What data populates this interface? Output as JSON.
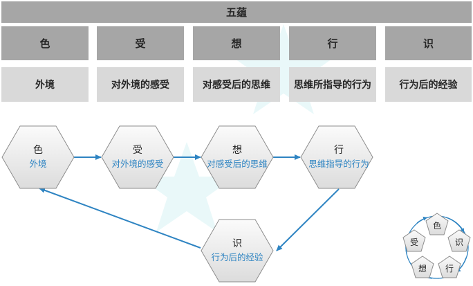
{
  "table": {
    "title": "五蕴",
    "columns": [
      {
        "head": "色",
        "desc": "外境"
      },
      {
        "head": "受",
        "desc": "对外境的感受"
      },
      {
        "head": "想",
        "desc": "对感受后的思维"
      },
      {
        "head": "行",
        "desc": "思维所指导的行为"
      },
      {
        "head": "识",
        "desc": "行为后的经验"
      }
    ]
  },
  "flow": {
    "nodes": [
      {
        "title": "色",
        "sub": "外境"
      },
      {
        "title": "受",
        "sub": "对外境的感受"
      },
      {
        "title": "想",
        "sub": "对感受后的思维"
      },
      {
        "title": "行",
        "sub": "思维指导的行为"
      },
      {
        "title": "识",
        "sub": "行为后的经验"
      }
    ]
  },
  "cycle": {
    "nodes": [
      "色",
      "识",
      "行",
      "想",
      "受"
    ]
  },
  "colors": {
    "header_gray": "#a6a6a6",
    "desc_gray": "#d9d9d9",
    "arrow_blue": "#2e84c2",
    "hex_fill": "#e8e8e8",
    "hex_stroke": "#8c8c8c"
  }
}
